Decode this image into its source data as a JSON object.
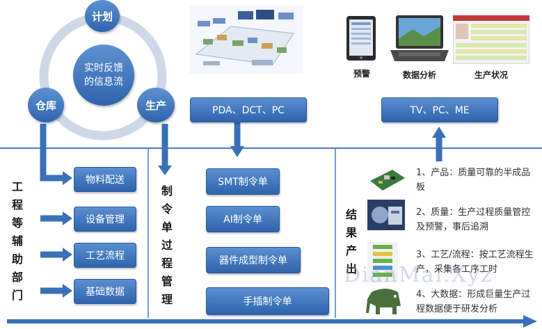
{
  "cycle": {
    "nodes": {
      "top": "计划",
      "left": "仓库",
      "right": "生产"
    },
    "center": "实时反馈的信息流"
  },
  "dept": {
    "title": "工程等辅助部门",
    "items": [
      "物料配送",
      "设备管理",
      "工艺流程",
      "基础数据"
    ]
  },
  "process": {
    "title": "制令单过程管理",
    "source": "PDA、DCT、PC",
    "orders": [
      "SMT制令单",
      "AI制令单",
      "器件成型制令单",
      "手插制令单"
    ]
  },
  "output": {
    "title": "结果产出",
    "devices": "TV、PC、ME",
    "pics": [
      "预警",
      "数据分析",
      "生产状况"
    ],
    "results": [
      "1、产品：质量可靠的半成品板",
      "2、质量：生产过程质量管控及预警，事后追溯",
      "3、工艺/流程：按工艺流程生产，采集各工序工时",
      "4、大数据：形成巨量生产过程数据便于研发分析"
    ]
  },
  "watermark": "DianMai.Xyz",
  "colors": {
    "box": "#3d74bf",
    "arrow": "#3a70b8",
    "ring": "#cfd8e6",
    "line": "#4a7cc0"
  }
}
